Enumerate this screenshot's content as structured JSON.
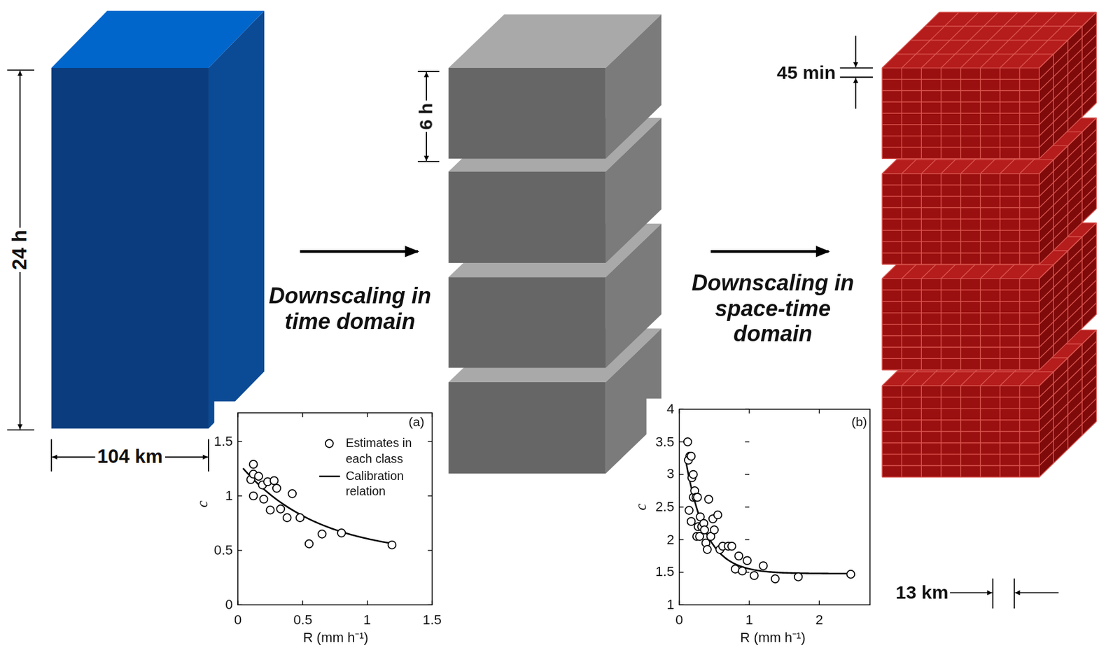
{
  "diagram": {
    "labels": [
      "24 h",
      "104 km",
      "Downscaling in time domain",
      "6 h",
      "Downscaling in space-time domain",
      "45 min",
      "13 km",
      "(a)",
      "c",
      "R (mm h⁻¹)",
      "0",
      "0.5",
      "1",
      "1.5",
      "0",
      "0.5",
      "1",
      "1.5",
      "(b)",
      "c",
      "R (mm h⁻¹)",
      "1",
      "1.5",
      "2",
      "2.5",
      "3",
      "3.5",
      "4",
      "0",
      "1",
      "2"
    ],
    "legend": [
      {
        "text": "Estimates in each class"
      },
      {
        "text": "Calibration relation"
      }
    ]
  }
}
